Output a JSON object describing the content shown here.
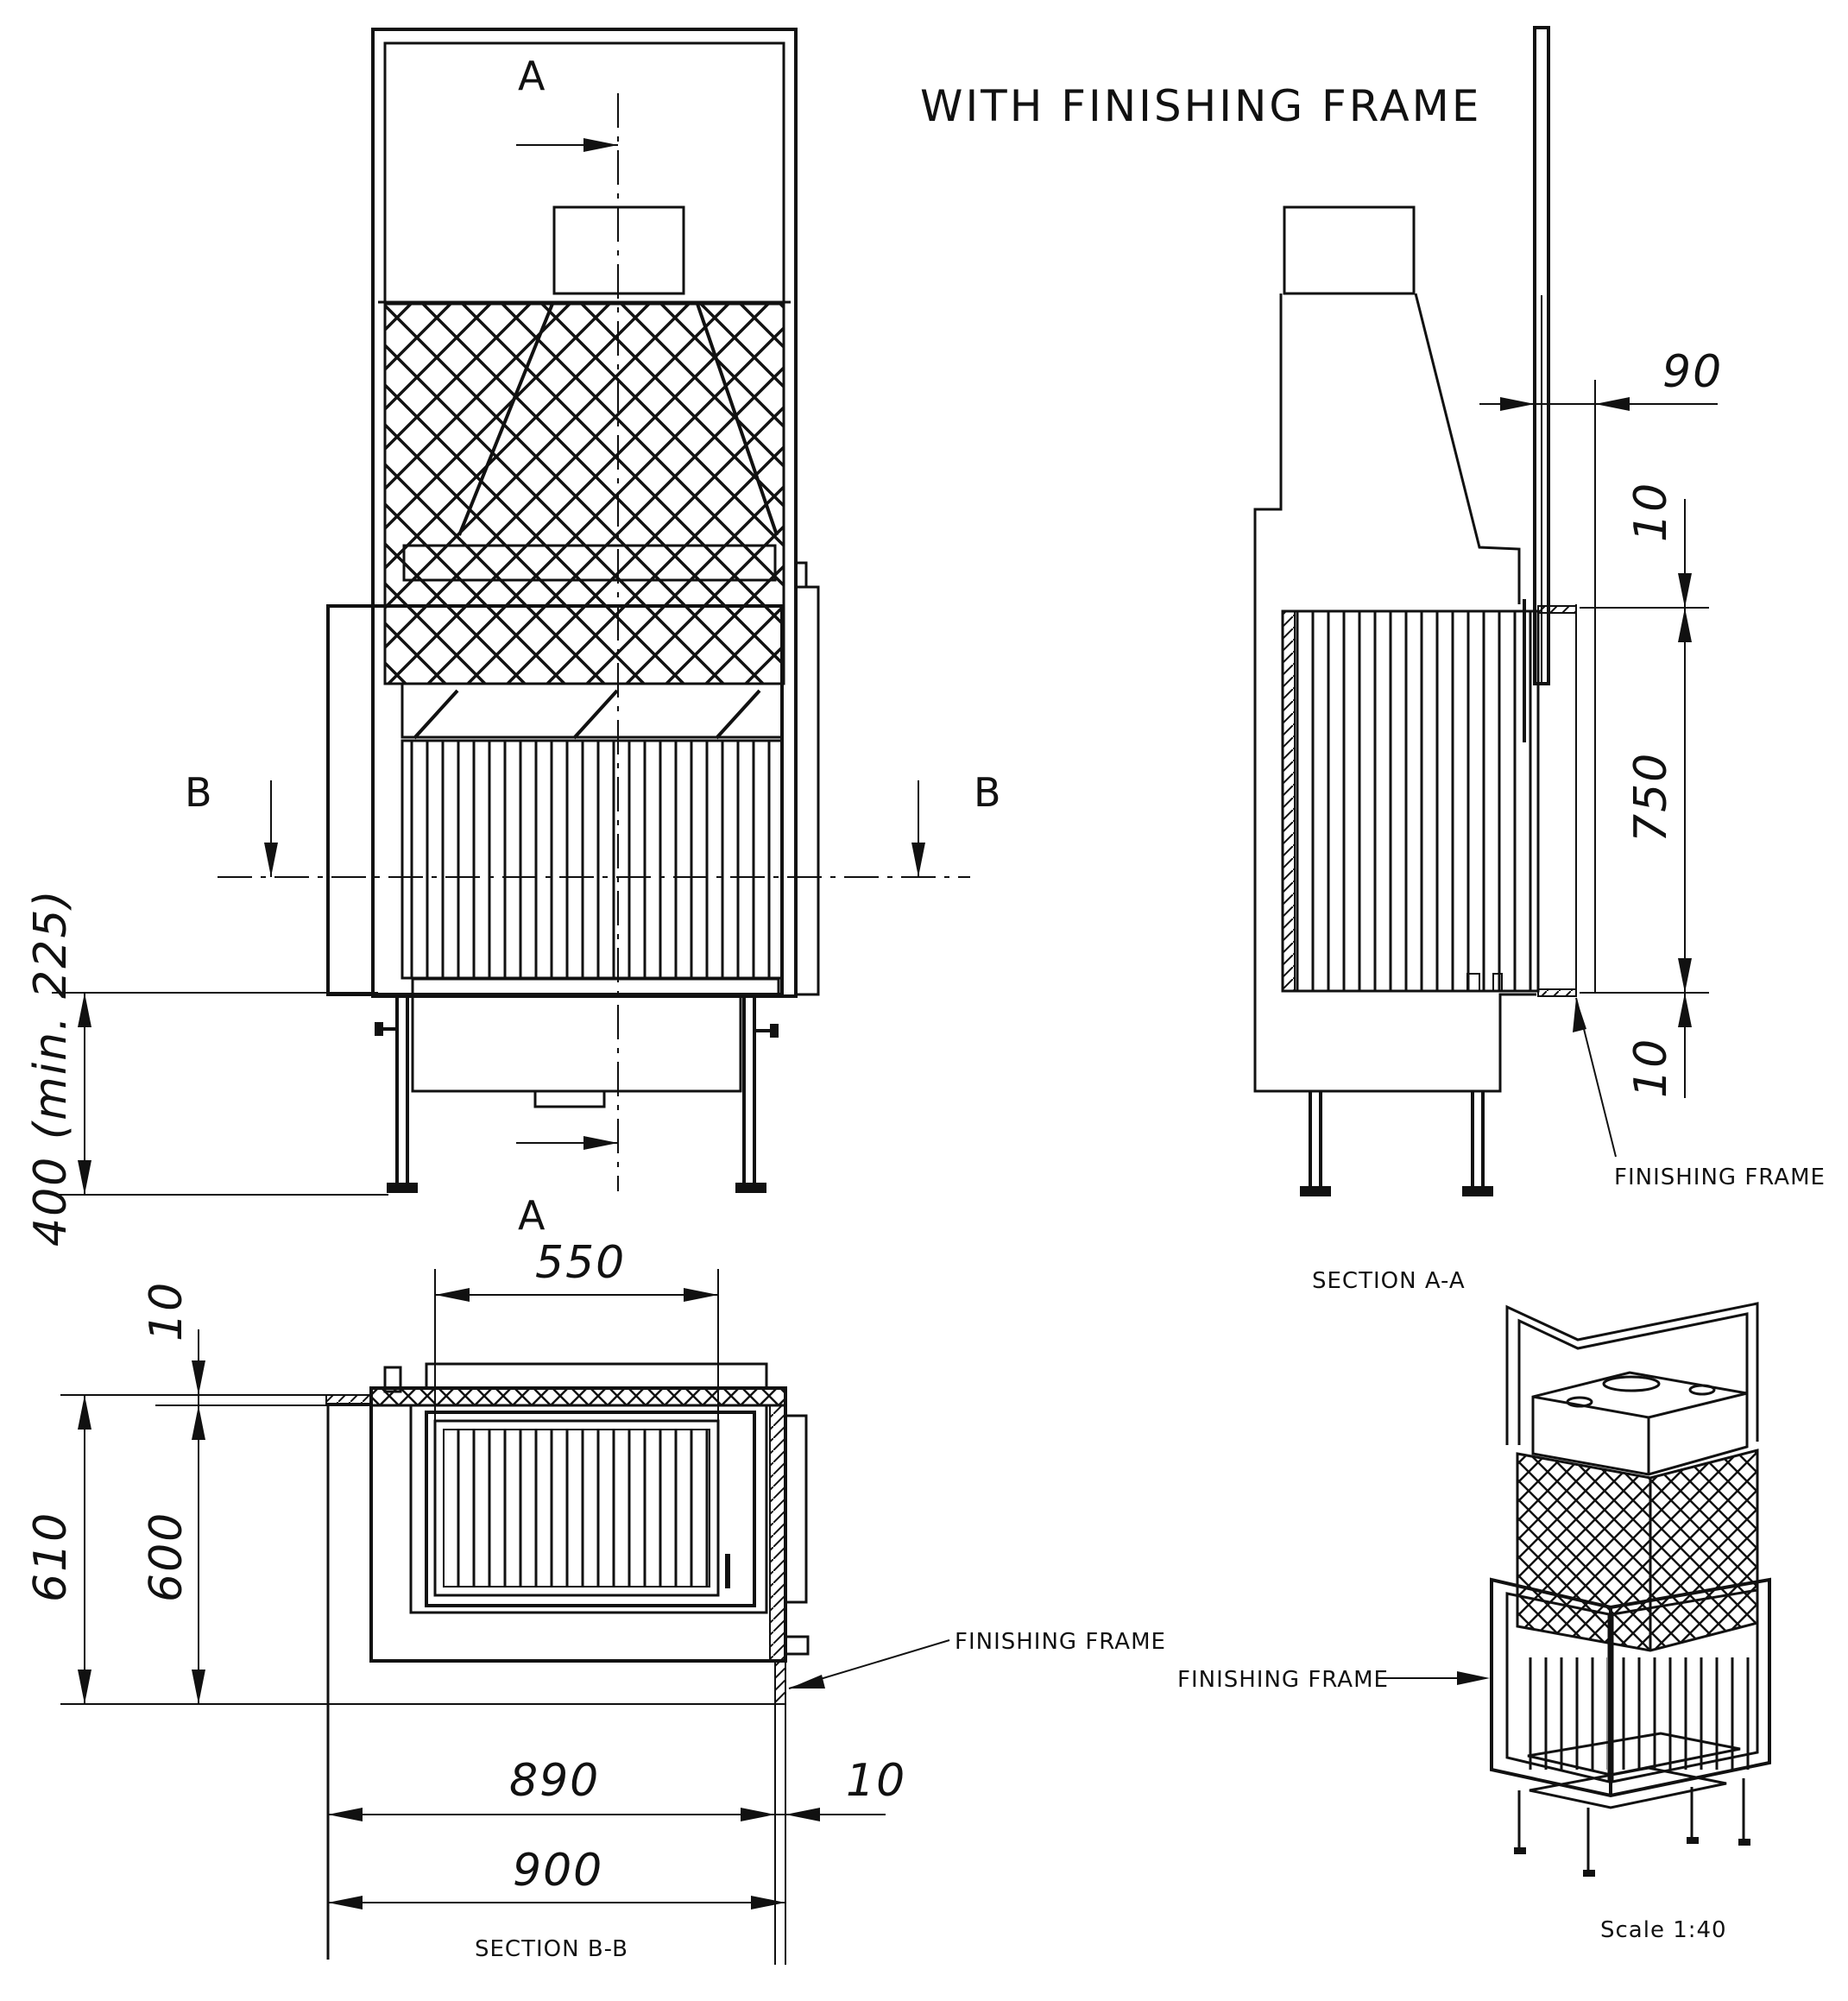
{
  "title": "WITH FINISHING FRAME",
  "section_labels": {
    "a_top": "A",
    "a_bottom": "A",
    "b_left": "B",
    "b_right": "B"
  },
  "views": {
    "section_aa": "SECTION A-A",
    "section_bb": "SECTION B-B"
  },
  "callouts": {
    "frame_aa": "FINISHING FRAME",
    "frame_bb": "FINISHING FRAME",
    "frame_3d": "FINISHING FRAME"
  },
  "dimensions": {
    "height_front": "400 (min. 225)",
    "side_90": "90",
    "side_10_top": "10",
    "side_750": "750",
    "side_10_bottom": "10",
    "plan_550": "550",
    "plan_10": "10",
    "plan_610": "610",
    "plan_600": "600",
    "plan_890": "890",
    "plan_10_right": "10",
    "plan_900": "900"
  },
  "scale": "Scale 1:40"
}
